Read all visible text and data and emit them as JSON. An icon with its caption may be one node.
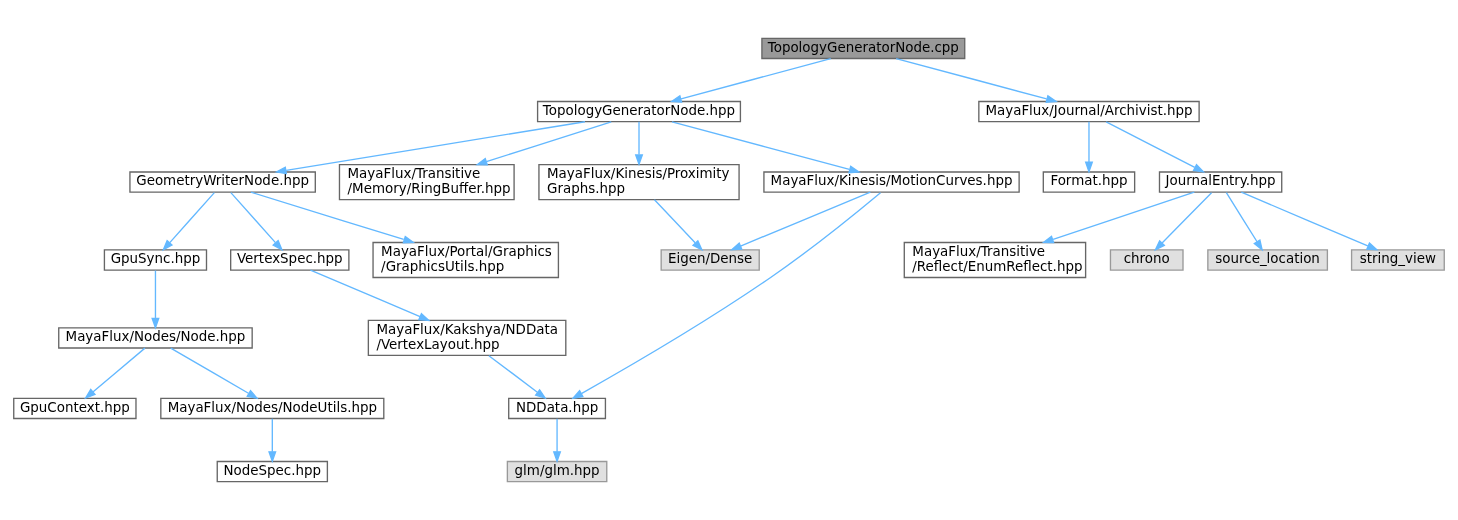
{
  "diagram": {
    "nodes": [
      {
        "text": [
          "TopologyGeneratorNode.cpp"
        ]
      },
      {
        "text": [
          "TopologyGeneratorNode.hpp"
        ]
      },
      {
        "text": [
          "MayaFlux/Journal/Archivist.hpp"
        ]
      },
      {
        "text": [
          "GeometryWriterNode.hpp"
        ]
      },
      {
        "text": [
          "MayaFlux/Transitive /Memory/RingBuffer.hpp"
        ]
      },
      {
        "text": [
          "MayaFlux/Kinesis/MotionCurves.hpp"
        ]
      },
      {
        "text": [
          "MayaFlux/Kinesis/Proximity Graphs.hpp"
        ]
      },
      {
        "text": [
          "Format.hpp"
        ]
      },
      {
        "text": [
          "JournalEntry.hpp"
        ]
      },
      {
        "text": [
          "GpuSync.hpp"
        ]
      },
      {
        "text": [
          "VertexSpec.hpp"
        ]
      },
      {
        "text": [
          "MayaFlux/Portal/Graphics /GraphicsUtils.hpp"
        ]
      },
      {
        "text": [
          "Eigen/Dense"
        ]
      },
      {
        "text": [
          "MayaFlux/Transitive /Reflect/EnumReflect.hpp"
        ]
      },
      {
        "text": [
          "chrono"
        ]
      },
      {
        "text": [
          "source_location"
        ]
      },
      {
        "text": [
          "string_view"
        ]
      },
      {
        "text": [
          "MayaFlux/Nodes/Node.hpp"
        ]
      },
      {
        "text": [
          "MayaFlux/Kakshya/NDData /VertexLayout.hpp"
        ]
      },
      {
        "text": [
          "GpuContext.hpp"
        ]
      },
      {
        "text": [
          "MayaFlux/Nodes/NodeUtils.hpp"
        ]
      },
      {
        "text": [
          "NDData.hpp"
        ]
      },
      {
        "text": [
          "NodeSpec.hpp"
        ]
      },
      {
        "text": [
          "glm/glm.hpp"
        ]
      }
    ],
    "edges": [
      {
        "from": 0,
        "to": 1,
        "arrow": "to"
      },
      {
        "from": 0,
        "to": 2,
        "arrow": "to"
      },
      {
        "from": 1,
        "to": 3,
        "arrow": "to"
      },
      {
        "from": 1,
        "to": 4,
        "arrow": "to"
      },
      {
        "from": 1,
        "to": 5,
        "arrow": "to"
      },
      {
        "from": 1,
        "to": 6,
        "arrow": "to"
      },
      {
        "from": 2,
        "to": 7,
        "arrow": "to"
      },
      {
        "from": 2,
        "to": 8,
        "arrow": "to"
      },
      {
        "from": 3,
        "to": 9,
        "arrow": "to"
      },
      {
        "from": 3,
        "to": 10,
        "arrow": "to"
      },
      {
        "from": 3,
        "to": 11,
        "arrow": "to"
      },
      {
        "from": 5,
        "to": 21,
        "arrow": "to"
      },
      {
        "from": 5,
        "to": 12,
        "arrow": "to"
      },
      {
        "from": 6,
        "to": 12,
        "arrow": "to"
      },
      {
        "from": 8,
        "to": 13,
        "arrow": "to"
      },
      {
        "from": 8,
        "to": 14,
        "arrow": "to"
      },
      {
        "from": 8,
        "to": 15,
        "arrow": "to"
      },
      {
        "from": 8,
        "to": 16,
        "arrow": "to"
      },
      {
        "from": 9,
        "to": 17,
        "arrow": "to"
      },
      {
        "from": 10,
        "to": 18,
        "arrow": "to"
      },
      {
        "from": 17,
        "to": 19,
        "arrow": "to"
      },
      {
        "from": 17,
        "to": 20,
        "arrow": "to"
      },
      {
        "from": 18,
        "to": 21,
        "arrow": "to"
      },
      {
        "from": 20,
        "to": 22,
        "arrow": "to"
      },
      {
        "from": 21,
        "to": 23,
        "arrow": "to"
      }
    ]
  }
}
